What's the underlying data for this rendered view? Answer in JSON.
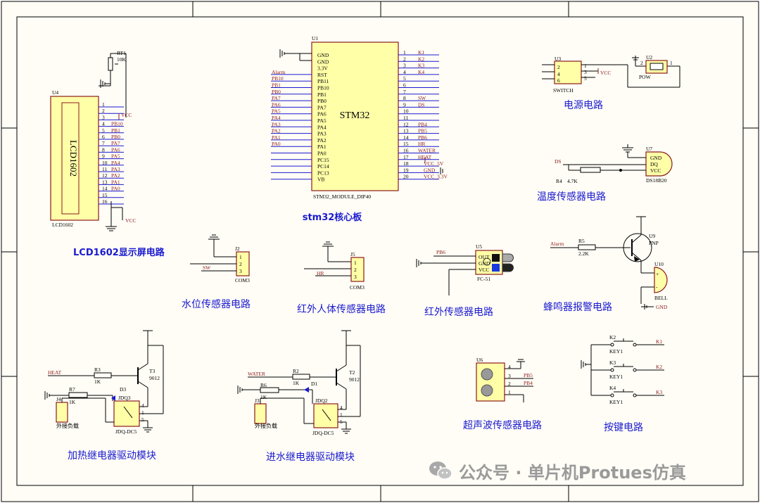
{
  "u1": {
    "ref": "U1",
    "center_label": "STM32",
    "module_label": "STM32_MODULE_DIP40",
    "left_pins": [
      "GND",
      "GND",
      "3.3V",
      "RST",
      "PB11",
      "PB10",
      "PB1",
      "PB0",
      "PA7",
      "PA6",
      "PA5",
      "PA4",
      "PA3",
      "PA2",
      "PA1",
      "PA0",
      "PC15",
      "PC14",
      "PC13",
      "VB"
    ],
    "left_nets": [
      "",
      "",
      "",
      "Alarm",
      "PB10",
      "PB1",
      "PB0",
      "PA7",
      "PA6",
      "PA5",
      "PA4",
      "PA3",
      "PA2",
      "PA1",
      "PA0",
      "",
      "",
      "",
      "",
      ""
    ],
    "pin_numbers": [
      "1",
      "2",
      "3",
      "4",
      "5",
      "6",
      "7",
      "8",
      "9",
      "10",
      "11",
      "12",
      "13",
      "14",
      "15",
      "16",
      "17",
      "18",
      "19",
      "20"
    ],
    "right_nets": [
      "K1",
      "K2",
      "K3",
      "K4",
      "",
      "",
      "",
      "SW",
      "DS",
      "",
      "",
      "PB4",
      "PB5",
      "PB6",
      "HR",
      "WATER",
      "HEAT",
      "VCC_5V",
      "GND",
      "VCC_3.3V"
    ]
  },
  "lcd": {
    "ref": "U4",
    "name": "LCD1602",
    "part": "LCD1602",
    "pin_numbers": [
      "1",
      "2",
      "3",
      "4",
      "5",
      "6",
      "7",
      "8",
      "9",
      "10",
      "11",
      "12",
      "13",
      "14",
      "15",
      "16"
    ],
    "nets": [
      "",
      "",
      "",
      "PB10",
      "PB1",
      "PB0",
      "PA7",
      "PA6",
      "PA5",
      "PA4",
      "PA3",
      "PA2",
      "PA1",
      "PA0",
      "",
      ""
    ],
    "vcc": "VCC",
    "vcc2": "VCC",
    "rt_ref": "RT1",
    "rt_val": "10K"
  },
  "power": {
    "u3": "U3",
    "switch": "SWITCH",
    "u3_pins": [
      "2",
      "4",
      "6",
      "1",
      "3",
      "5"
    ],
    "u2": "U2",
    "pow": "POW",
    "u2_pins": [
      "2",
      "1"
    ],
    "vcc": "VCC"
  },
  "temp": {
    "ref": "U7",
    "part": "DS18B20",
    "pins": [
      "GND",
      "DQ",
      "VCC"
    ],
    "ds": "DS",
    "r_ref": "R4",
    "r_val": "4.7K"
  },
  "water": {
    "ref": "J2",
    "part": "COM3",
    "pins": [
      "1",
      "2",
      "3"
    ],
    "net": "SW"
  },
  "pir": {
    "ref": "J5",
    "part": "COM3",
    "pins": [
      "1",
      "2",
      "3"
    ],
    "net": "HR"
  },
  "ir": {
    "ref": "U5",
    "part": "FC-51",
    "pins": [
      "OUT",
      "GND",
      "VCC"
    ],
    "net": "PB6"
  },
  "buzzer": {
    "alarm": "Alarm",
    "r_ref": "R5",
    "r_val": "2.2K",
    "q_ref": "U9",
    "q_type": "PNP",
    "bell_ref": "U10",
    "bell": "BELL",
    "gnd": "GND"
  },
  "ultra": {
    "ref": "U6",
    "pins": [
      "4",
      "3",
      "2",
      "1"
    ],
    "nets": [
      "",
      "PB5",
      "PB4",
      ""
    ]
  },
  "keys": {
    "items": [
      {
        "ref": "K2",
        "part": "KEY1",
        "net": "K1"
      },
      {
        "ref": "K3",
        "part": "KEY1",
        "net": "K2"
      },
      {
        "ref": "K4",
        "part": "KEY1",
        "net": "K3"
      }
    ]
  },
  "heat": {
    "net": "HEAT",
    "r3": "R3",
    "r3v": "1K",
    "t": "T3",
    "tv": "9012",
    "r7": "R7",
    "r7v": "1K",
    "d": "D3",
    "jdq_ref": "JDQ3",
    "jdq": "JDQ-DC5",
    "j": "J4",
    "load": "外接负载",
    "pins": [
      "4",
      "1",
      "5"
    ]
  },
  "inlet": {
    "net": "WATER",
    "r2": "R2",
    "r2v": "1K",
    "t": "T2",
    "tv": "9012",
    "r6": "R6",
    "r6v": "1K",
    "d": "D1",
    "jdq_ref": "JDQ2",
    "jdq": "JDQ-DC5",
    "j": "J3",
    "load": "外接负载",
    "pins": [
      "4",
      "1",
      "5"
    ]
  },
  "titles": {
    "lcd": "LCD1602显示屏电路",
    "core": "stm32核心板",
    "power": "电源电路",
    "temp": "温度传感器电路",
    "water": "水位传感器电路",
    "pir": "红外人体传感器电路",
    "ir": "红外传感器电路",
    "buzzer": "蜂鸣器报警电路",
    "heat": "加热继电器驱动模块",
    "inlet": "进水继电器驱动模块",
    "ultra": "超声波传感器电路",
    "keys": "按键电路"
  },
  "watermark": "公众号 · 单片机Protues仿真"
}
